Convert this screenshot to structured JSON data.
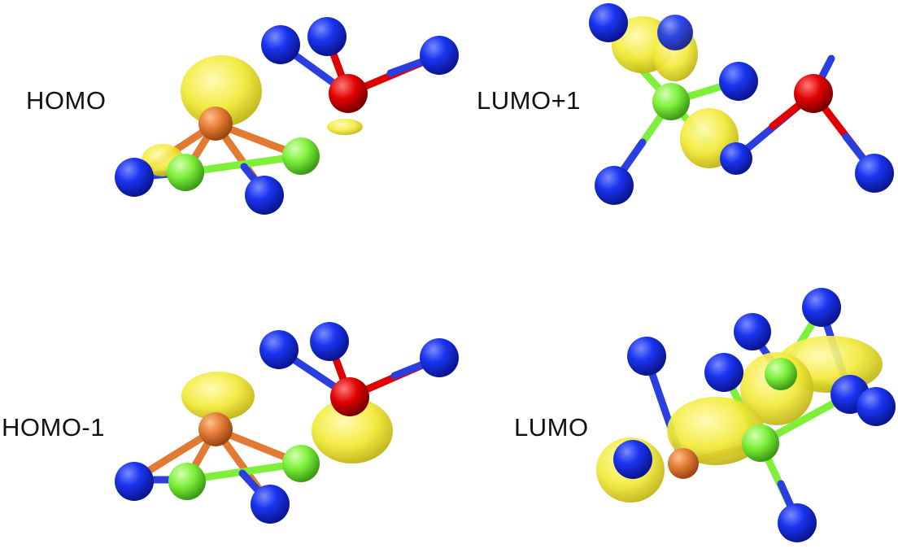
{
  "labels": {
    "homo": "HOMO",
    "lumo_plus_1": "LUMO+1",
    "homo_minus_1": "HOMO-1",
    "lumo": "LUMO"
  },
  "colors": {
    "blue_atom": "#1530e8",
    "green_atom": "#7ff03a",
    "orange_atom": "#e27a34",
    "red_atom": "#e00000",
    "orbital_lobe": "#f4ee3c"
  }
}
